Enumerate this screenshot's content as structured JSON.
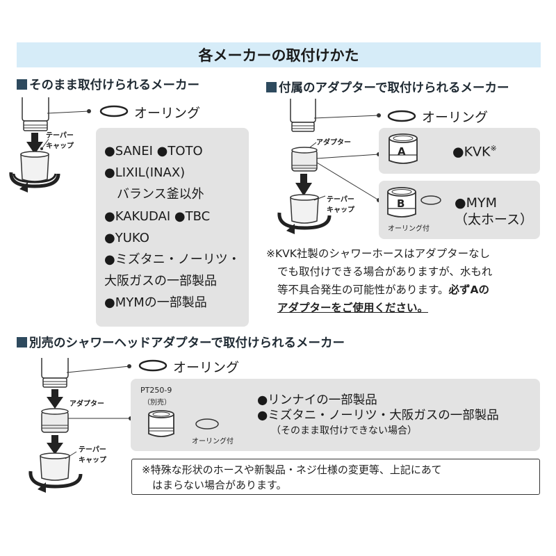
{
  "title": "各メーカーの取付けかた",
  "section1": {
    "heading": "そのまま取付けられるメーカー",
    "oring_label": "オーリング",
    "taper_label_1": "テーパー",
    "taper_label_2": "キャップ",
    "brand_lines": [
      "●SANEI ●TOTO",
      "●LIXIL(INAX)",
      "　バランス釜以外",
      "●KAKUDAI ●TBC",
      "●YUKO",
      "●ミズタニ・ノーリツ・",
      "大阪ガスの一部製品",
      "●MYMの一部製品"
    ]
  },
  "section2": {
    "heading": "付属のアダプターで取付けられるメーカー",
    "oring_label": "オーリング",
    "adapter_label": "アダプター",
    "taper_label_1": "テーパー",
    "taper_label_2": "キャップ",
    "adapter_a": {
      "letter": "A",
      "brand": "●KVK",
      "mark": "※"
    },
    "adapter_b": {
      "letter": "B",
      "brand": "●MYM",
      "brand_sub": "（太ホース）",
      "oring_note": "オーリング付"
    },
    "note_lines": [
      "※KVK社製のシャワーホースはアダプターなし",
      "でも取付けできる場合がありますが、水もれ",
      "等不具合発生の可能性があります。"
    ],
    "note_bold_1": "必ずAの",
    "note_bold_2": "アダプターをご使用ください。"
  },
  "section3": {
    "heading": "別売のシャワーヘッドアダプターで取付けられるメーカー",
    "oring_label": "オーリング",
    "adapter_label": "アダプター",
    "taper_label_1": "テーパー",
    "taper_label_2": "キャップ",
    "part_number": "PT250-9",
    "part_sub": "（別売）",
    "part_oring": "オーリング付",
    "brand_lines": [
      "●リンナイの一部製品",
      "●ミズタニ・ノーリツ・大阪ガスの一部製品"
    ],
    "brand_sub": "（そのまま取付けできない場合）",
    "footnote_lines": [
      "※特殊な形状のホースや新製品・ネジ仕様の変更等、上記にあて",
      "　はまらない場合があります。"
    ]
  }
}
